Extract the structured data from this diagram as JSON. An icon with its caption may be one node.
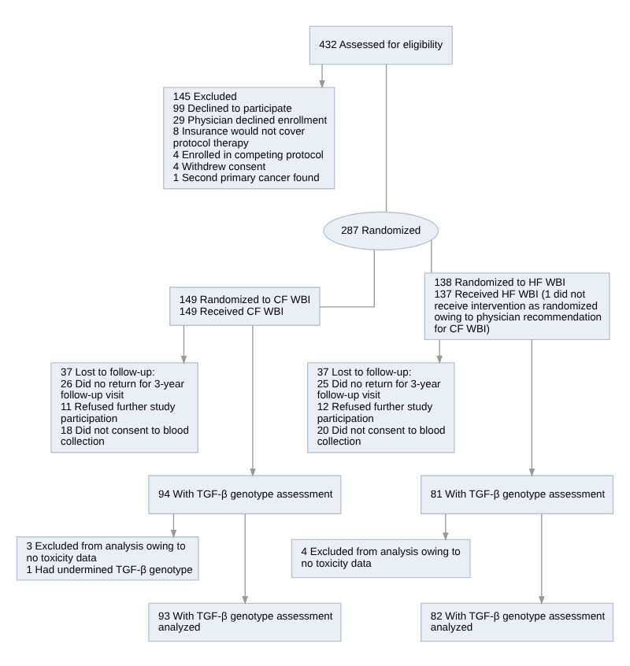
{
  "diagram": {
    "nodes": [
      {
        "text": [
          "432 Assessed for eligibility"
        ]
      },
      {
        "text": [
          "145 Excluded",
          "99 Declined to participate",
          "29 Physician declined enrollment",
          "8 Insurance would not cover protocol therapy",
          "4 Enrolled in competing protocol",
          "4 Withdrew consent",
          "1 Second primary cancer found"
        ]
      },
      {
        "text": [
          "287 Randomized"
        ]
      },
      {
        "text": [
          "149 Randomized to CF WBI",
          "149 Received CF WBI"
        ]
      },
      {
        "text": [
          "138 Randomized to HF WBI",
          "137 Received HF WBI (1 did not receive intervention as randomized owing to physician recommendation for CF WBI)"
        ]
      },
      {
        "text": [
          "37 Lost to follow-up:",
          "26 Did no return for 3-year follow-up visit",
          "11 Refused further study participation",
          "18 Did not consent to blood collection"
        ]
      },
      {
        "text": [
          "37 Lost to follow-up:",
          "25 Did no return for 3-year follow-up visit",
          "12 Refused further study participation",
          "20 Did not consent to blood collection"
        ]
      },
      {
        "text": [
          "94 With TGF-β genotype assessment"
        ]
      },
      {
        "text": [
          "81 With TGF-β genotype assessment"
        ]
      },
      {
        "text": [
          "3 Excluded from analysis owing to no toxicity data",
          "1 Had undermined TGF-β genotype"
        ]
      },
      {
        "text": [
          "4 Excluded from analysis owing to no toxicity data"
        ]
      },
      {
        "text": [
          "93 With TGF-β genotype assessment analyzed"
        ]
      },
      {
        "text": [
          "82 With TGF-β genotype assessment analyzed"
        ]
      }
    ],
    "edges": [
      {
        "from": 0,
        "to": 2,
        "arrow": "none"
      },
      {
        "from": 0,
        "to": 1,
        "arrow": "to"
      },
      {
        "from": 2,
        "to": 3,
        "arrow": "none"
      },
      {
        "from": 2,
        "to": 4,
        "arrow": "none"
      },
      {
        "from": 3,
        "to": 7,
        "arrow": "to"
      },
      {
        "from": 3,
        "to": 5,
        "arrow": "to"
      },
      {
        "from": 4,
        "to": 8,
        "arrow": "to"
      },
      {
        "from": 4,
        "to": 6,
        "arrow": "to"
      },
      {
        "from": 7,
        "to": 11,
        "arrow": "to"
      },
      {
        "from": 7,
        "to": 9,
        "arrow": "to"
      },
      {
        "from": 8,
        "to": 12,
        "arrow": "to"
      },
      {
        "from": 8,
        "to": 10,
        "arrow": "to"
      }
    ]
  }
}
